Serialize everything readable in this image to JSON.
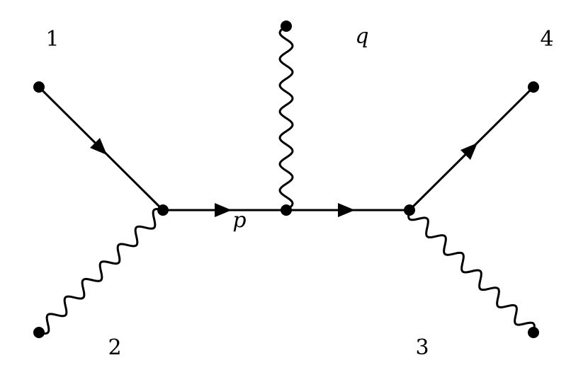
{
  "diagram": {
    "external_labels": {
      "leg_1": "1",
      "leg_2": "2",
      "leg_3": "3",
      "leg_4": "4"
    },
    "momentum_labels": {
      "internal": "p",
      "photon": "q"
    },
    "colors": {
      "line": "#000000",
      "background": "#ffffff"
    }
  }
}
